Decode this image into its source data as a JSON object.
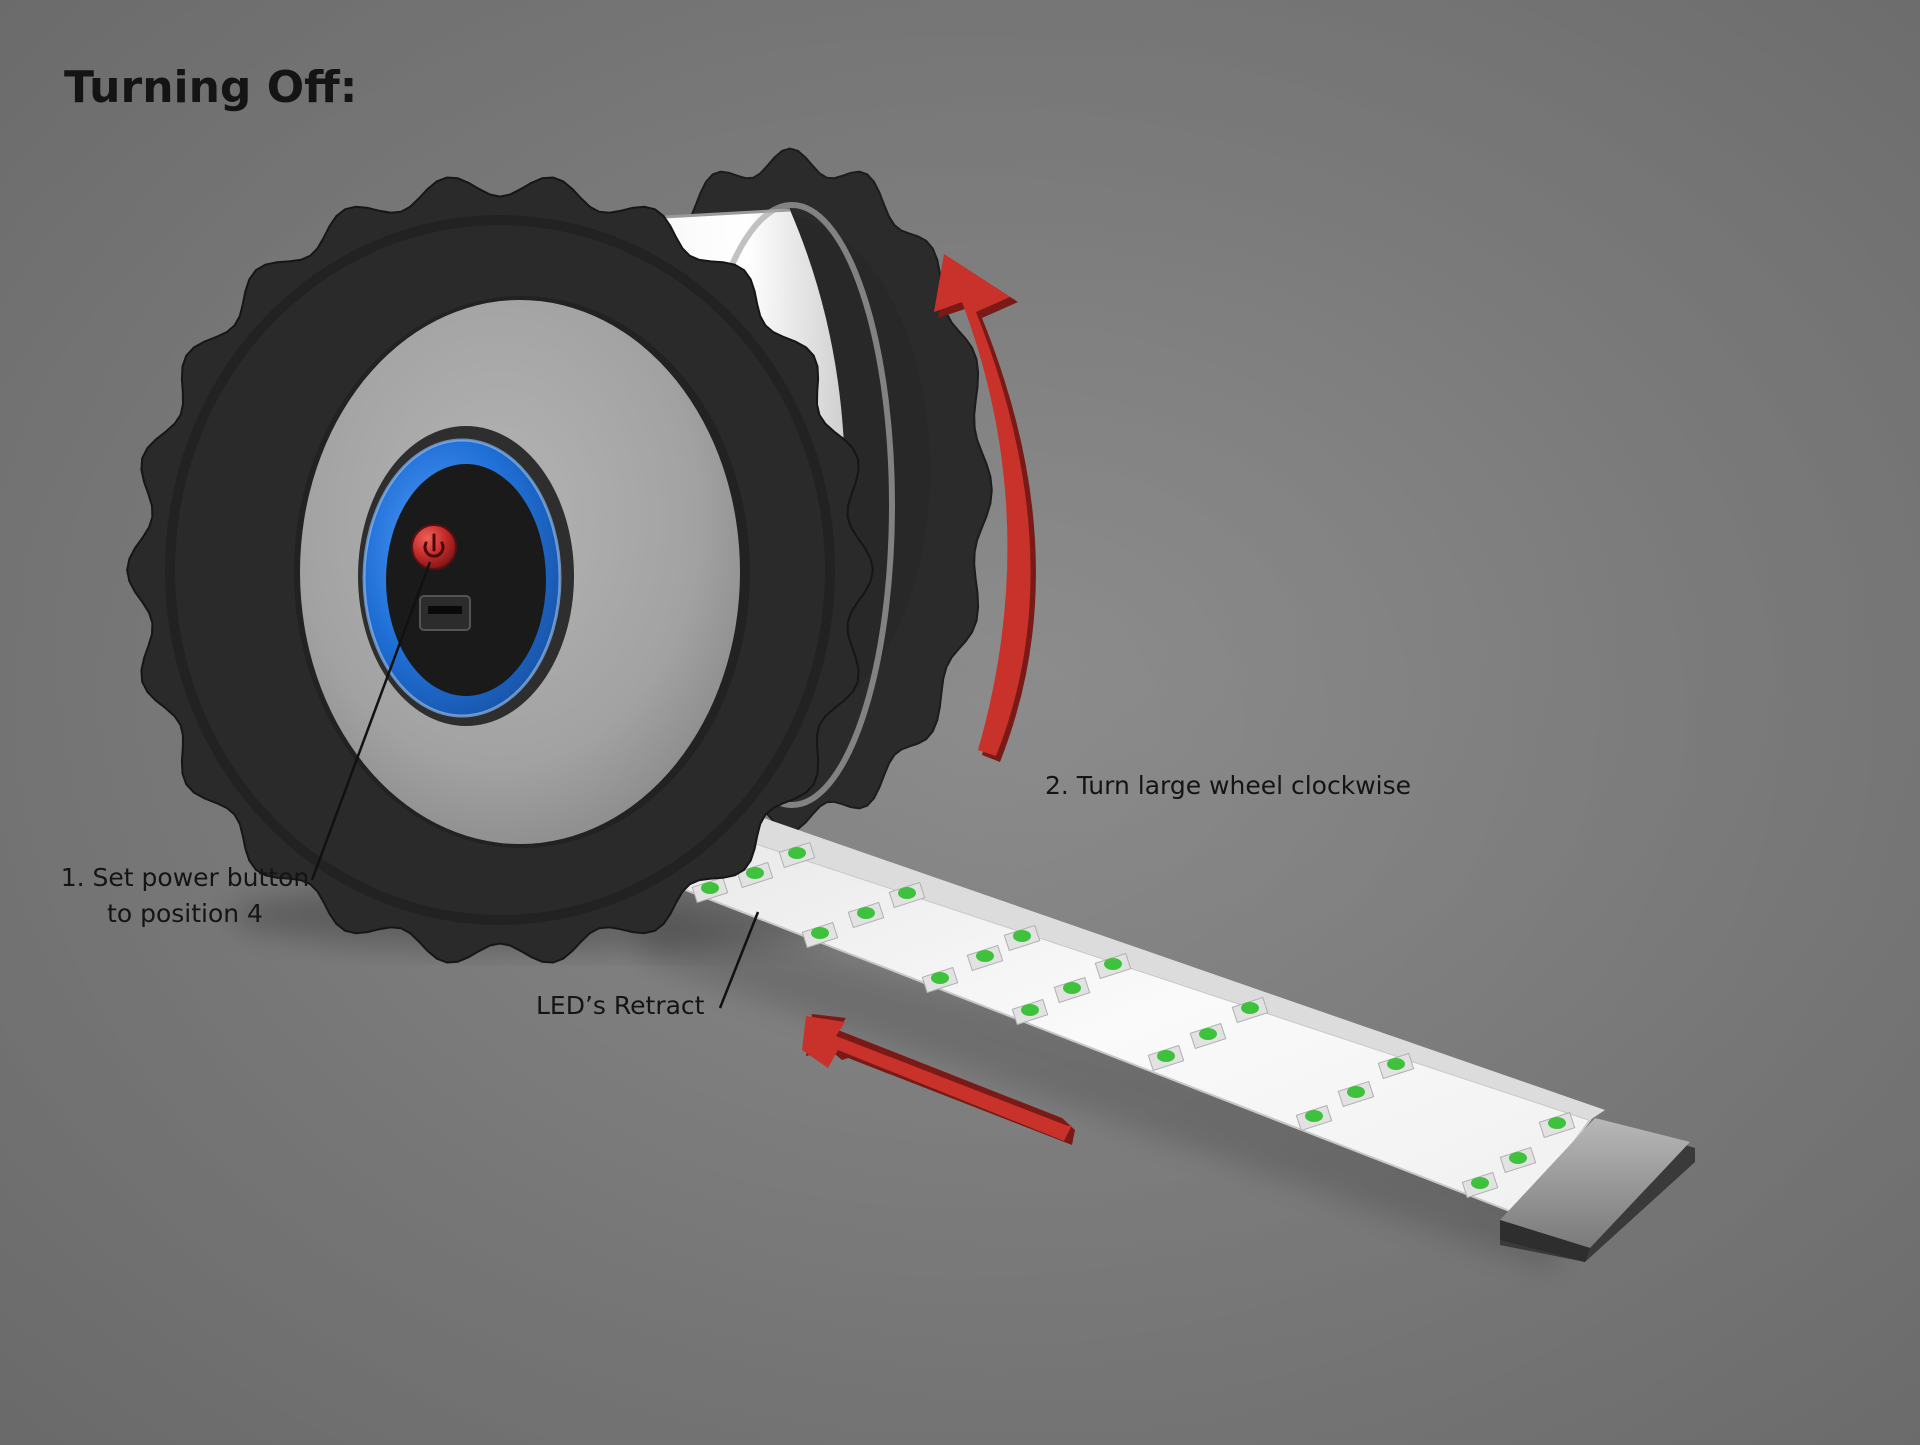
{
  "heading": "Turning Off:",
  "callouts": {
    "step1_line1": "1. Set power button",
    "step1_line2": "to position 4",
    "step2": "2. Turn large wheel clockwise",
    "retract": "LED’s Retract"
  },
  "icons": [
    "power-icon",
    "clockwise-arrow",
    "retract-arrow"
  ],
  "colors": {
    "background": "#858585",
    "wheel": "#2a2a2a",
    "hub": "#a9a9a9",
    "ring": "#1f6fd6",
    "power_button": "#c42a2a",
    "arrow": "#c9322b",
    "led": "#3ec23e",
    "strip": "#f4f4f4"
  }
}
